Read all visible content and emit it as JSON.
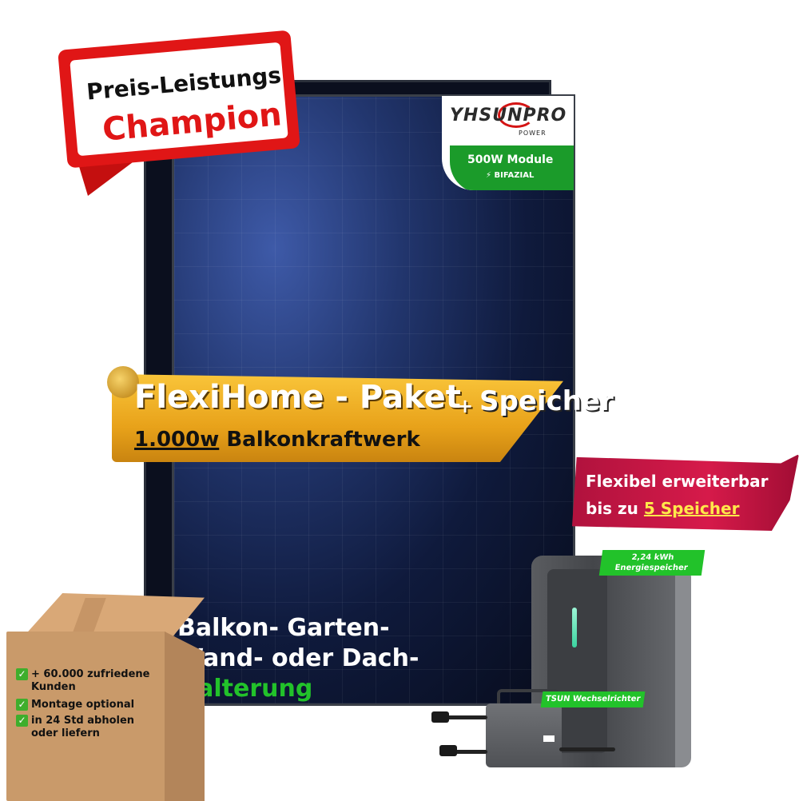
{
  "brand": {
    "logo": "YHSUNPRO",
    "sub": "POWER"
  },
  "module_badge": {
    "line1": "500W Module",
    "line2": "⚡ BIFAZIAL"
  },
  "champion": {
    "line1": "Preis-Leistungs",
    "line2": "Champion"
  },
  "banner": {
    "title": "FlexiHome - Paket",
    "plus": "+",
    "speicher": "Speicher",
    "sub_power": "1.000w",
    "sub_rest": "Balkonkraftwerk"
  },
  "ribbon": {
    "line1": "Flexibel erweiterbar",
    "line2_pre": "bis zu",
    "line2_hl": "5 Speicher"
  },
  "mounting": {
    "line1": "Balkon- Garten-",
    "line2": "Wand- oder Dach-",
    "line3": "Halterung"
  },
  "box_checks": [
    {
      "text": "+ 60.000 zufriedene",
      "text2": "Kunden"
    },
    {
      "text": "Montage optional",
      "text2": ""
    },
    {
      "text": "in 24 Std abholen",
      "text2": "oder liefern"
    }
  ],
  "storage_tag": {
    "line1": "2,24 kWh",
    "line2": "Energiespeicher"
  },
  "inverter_tag": "TSUN Wechselrichter",
  "colors": {
    "red": "#e01616",
    "green": "#22c22a",
    "gold": "#f0b02a",
    "crimson": "#c8143f"
  }
}
